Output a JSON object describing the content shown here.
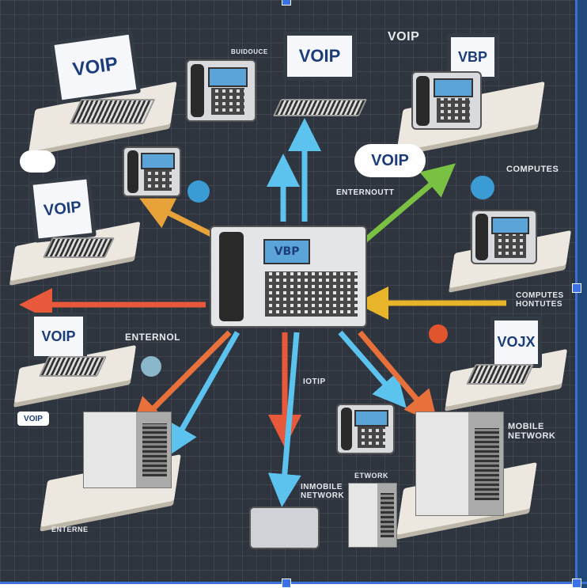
{
  "labels": {
    "voip": "VOIP",
    "vbp": "VBP",
    "vojx": "VOJX",
    "enternol": "ENTERNOL",
    "enternoutt": "ENTERNOUTT",
    "computes": "COMPUTES",
    "computes2": "COMPUTES",
    "hontutes": "HONTUTES",
    "iotip": "IOTIP",
    "mobile_network_1": "MOBILE",
    "mobile_network_2": "NETWORK",
    "inmobile_1": "INMOBILE",
    "inmobile_2": "NETWORK",
    "etwork": "ETWORK",
    "enterne": "ENTERNE",
    "buidouce": "BUIDOUCE"
  },
  "arrow_colors": {
    "orange": "#e8a23a",
    "red": "#e8583a",
    "blue": "#5cc2ee",
    "green": "#7ac043",
    "yellow": "#e8b52a"
  },
  "selection_color": "#3a6fd8"
}
